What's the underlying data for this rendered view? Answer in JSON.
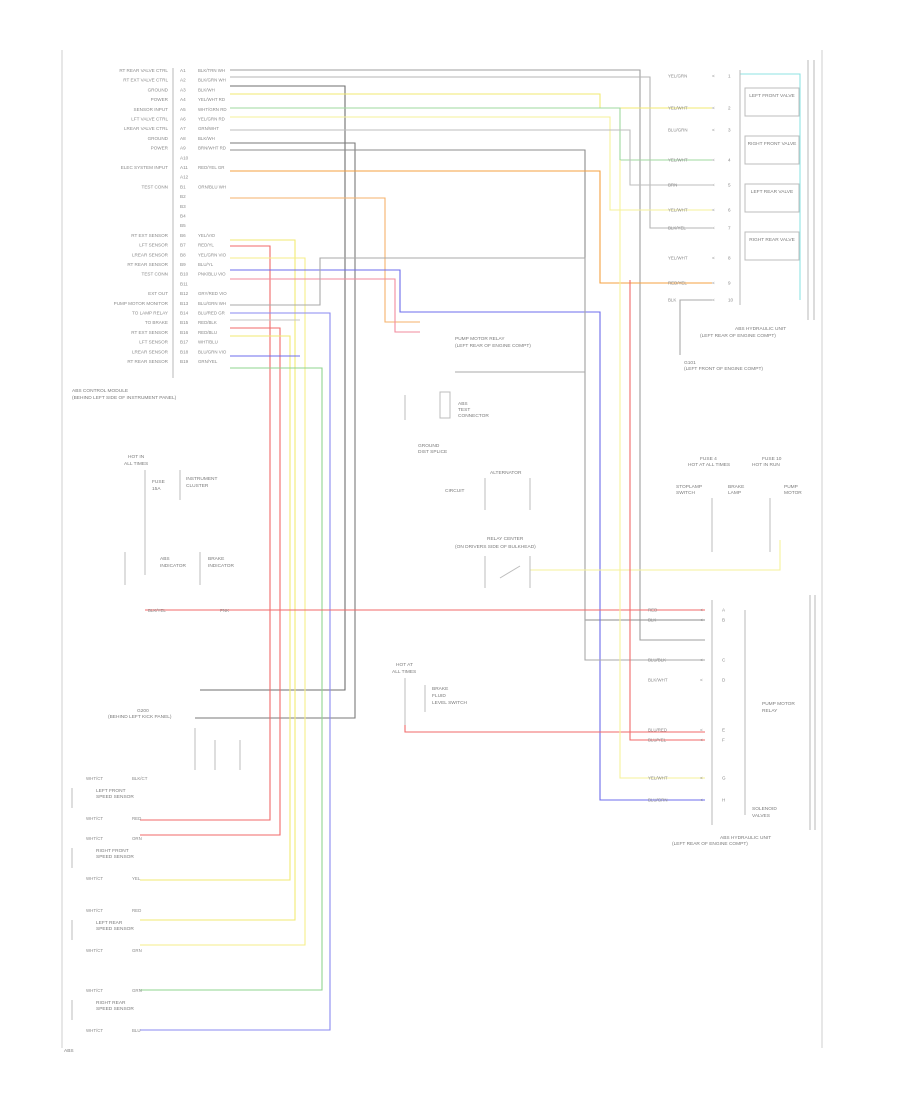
{
  "colors": {
    "gray": "#a9a9a9",
    "dark": "#777777",
    "yellow": "#f2ea72",
    "green": "#8fd48f",
    "red": "#f06a6a",
    "orange": "#f4a142",
    "blue": "#6c6cec",
    "cyan": "#8fe3e3",
    "pink": "#f28b9e"
  },
  "module": {
    "pins": [
      {
        "n": "A1",
        "label": "RT REAR VALVE CTRL",
        "wire": "BLK/TRN WH"
      },
      {
        "n": "A2",
        "label": "RT EXT VALVE CTRL",
        "wire": "BLK/GRN WH"
      },
      {
        "n": "A3",
        "label": "GROUND",
        "wire": "BLK/WH"
      },
      {
        "n": "A4",
        "label": "POWER",
        "wire": "YEL/WHT RD"
      },
      {
        "n": "A5",
        "label": "SENSOR INPUT",
        "wire": "WHT/GRN RD"
      },
      {
        "n": "A6",
        "label": "LFT VALVE CTRL",
        "wire": "YEL/GRN RD"
      },
      {
        "n": "A7",
        "label": "LREAR VALVE CTRL",
        "wire": "GRN/WHT"
      },
      {
        "n": "A8",
        "label": "GROUND",
        "wire": "BLK/WH"
      },
      {
        "n": "A9",
        "label": "POWER",
        "wire": "BRN/WHT RD"
      },
      {
        "n": "A10",
        "label": "",
        "wire": ""
      },
      {
        "n": "A11",
        "label": "ELEC SYSTEM INPUT",
        "wire": "RED/YEL GR"
      },
      {
        "n": "A12",
        "label": "",
        "wire": ""
      },
      {
        "n": "B1",
        "label": "TEST CONN",
        "wire": "ORN/BLU WH"
      },
      {
        "n": "B2",
        "label": "",
        "wire": ""
      },
      {
        "n": "B3",
        "label": "",
        "wire": ""
      },
      {
        "n": "B4",
        "label": "",
        "wire": ""
      },
      {
        "n": "B5",
        "label": "",
        "wire": ""
      },
      {
        "n": "B6",
        "label": "RT EXT SENSOR",
        "wire": "YEL/VIO"
      },
      {
        "n": "B7",
        "label": "LFT SENSOR",
        "wire": "RED/YL"
      },
      {
        "n": "B8",
        "label": "LREAR SENSOR",
        "wire": "YEL/GRN VIO"
      },
      {
        "n": "B9",
        "label": "RT REAR SENSOR",
        "wire": "BLU/YL"
      },
      {
        "n": "B10",
        "label": "TEST CONN",
        "wire": "PNK/BLU VIO"
      },
      {
        "n": "B11",
        "label": "",
        "wire": ""
      },
      {
        "n": "B12",
        "label": "EXT OUT",
        "wire": "GRY/RED VIO"
      },
      {
        "n": "B13",
        "label": "PUMP MOTOR MONITOR",
        "wire": "BLU/GRN WH"
      },
      {
        "n": "B14",
        "label": "TO LAMP RELAY",
        "wire": "BLU/RED GR"
      },
      {
        "n": "B15",
        "label": "TO BRAKE",
        "wire": "RED/BLK"
      },
      {
        "n": "B16",
        "label": "RT EXT SENSOR",
        "wire": "RED/BLU"
      },
      {
        "n": "B17",
        "label": "LFT SENSOR",
        "wire": "WHT/BLU"
      },
      {
        "n": "B18",
        "label": "LREAR SENSOR",
        "wire": "BLU/GRN VIO"
      },
      {
        "n": "B19",
        "label": "RT REAR SENSOR",
        "wire": "GRN/YEL"
      }
    ],
    "caption": [
      "ABS CONTROL MODULE",
      "(BEHIND LEFT SIDE OF INSTRUMENT PANEL)"
    ]
  },
  "hydraulic_unit": {
    "pins": [
      {
        "n": "1",
        "wire": "YEL/GRN"
      },
      {
        "n": "2",
        "wire": "YEL/WHT"
      },
      {
        "n": "3",
        "wire": "BLU/GRN"
      },
      {
        "n": "4",
        "wire": "YEL/WHT"
      },
      {
        "n": "5",
        "wire": "BRN"
      },
      {
        "n": "6",
        "wire": "YEL/WHT"
      },
      {
        "n": "7",
        "wire": "BLK/YEL"
      },
      {
        "n": "8",
        "wire": "YEL/WHT"
      },
      {
        "n": "9",
        "wire": "RED/YEL"
      },
      {
        "n": "10",
        "wire": "BLK"
      }
    ],
    "valve_labels": [
      "LEFT FRONT VALVE",
      "RIGHT FRONT VALVE",
      "LEFT REAR VALVE",
      "RIGHT REAR VALVE"
    ],
    "caption": [
      "ABS HYDRAULIC UNIT",
      "(LEFT REAR OF ENGINE COMPT)"
    ],
    "ground_caption": [
      "G101",
      "(LEFT FRONT OF ENGINE COMPT)"
    ]
  },
  "middle": {
    "pump_relay": [
      "PUMP MOTOR RELAY",
      "(LEFT REAR OF ENGINE COMPT)"
    ],
    "test_conn": [
      "ABS",
      "TEST",
      "CONNECTOR"
    ],
    "ground_dist": [
      "GROUND",
      "DIST SPLICE"
    ],
    "alternator": [
      "ALTERNATOR",
      "CIRCUIT"
    ],
    "relay_center": [
      "RELAY CENTER",
      "(ON DRIVERS SIDE OF BULKHEAD)"
    ],
    "hot_tags": [
      "HOT AT ALL TIMES",
      "HOT IN RUN"
    ],
    "fuses": [
      "FUSE 4",
      "FUSE 10"
    ],
    "stoplamp": [
      "STOPLAMP",
      "SWITCH"
    ],
    "brake_lamp": [
      "BRAKE",
      "LAMP"
    ],
    "pump_motor": [
      "PUMP",
      "MOTOR"
    ]
  },
  "left_panel": {
    "hot_tag": [
      "HOT IN",
      "ALL TIMES"
    ],
    "fuse": [
      "FUSE",
      "15A"
    ],
    "cluster": [
      "INSTRUMENT",
      "CLUSTER"
    ],
    "abs_indicator": [
      "ABS",
      "INDICATOR"
    ],
    "brake_indicator": [
      "BRAKE",
      "INDICATOR"
    ],
    "wire_tags": [
      "BLK/YEL",
      "PNK"
    ],
    "ground_caption": [
      "G200",
      "(BEHIND LEFT KICK PANEL)"
    ],
    "sensors": [
      {
        "name": [
          "LEFT FRONT",
          "SPEED SENSOR"
        ],
        "wires": [
          "WHT/CT",
          "WHT/CT"
        ],
        "tags": [
          "BLK/CT",
          "RED"
        ]
      },
      {
        "name": [
          "RIGHT FRONT",
          "SPEED SENSOR"
        ],
        "wires": [
          "WHT/CT",
          "WHT/CT"
        ],
        "tags": [
          "ORN",
          "YEL"
        ]
      },
      {
        "name": [
          "LEFT REAR",
          "SPEED SENSOR"
        ],
        "wires": [
          "WHT/CT",
          "WHT/CT"
        ],
        "tags": [
          "RED",
          "GRN"
        ]
      },
      {
        "name": [
          "RIGHT REAR",
          "SPEED SENSOR"
        ],
        "wires": [
          "WHT/CT",
          "WHT/CT"
        ],
        "tags": [
          "GRN",
          "BLU"
        ]
      }
    ]
  },
  "right_bottom": {
    "pump_pins": [
      {
        "n": "A",
        "wire": "RED"
      },
      {
        "n": "B",
        "wire": "BLK"
      },
      {
        "n": "C",
        "wire": "BLU/BLK"
      },
      {
        "n": "D",
        "wire": "BLK/WHT"
      },
      {
        "n": "E",
        "wire": "BLU/RED"
      },
      {
        "n": "F",
        "wire": "BLU/YEL"
      },
      {
        "n": "G",
        "wire": "YEL/WHT"
      },
      {
        "n": "H",
        "wire": "BLU/GRN"
      }
    ],
    "caption": [
      "ABS HYDRAULIC UNIT",
      "(LEFT REAR OF ENGINE COMPT)"
    ],
    "internal": [
      "PUMP MOTOR",
      "RELAY"
    ],
    "center": [
      "SOLENOID",
      "VALVES"
    ],
    "mid_fuse": [
      "HOT AT",
      "ALL TIMES"
    ],
    "mid_comp": [
      "BRAKE",
      "FLUID",
      "LEVEL SWITCH"
    ]
  },
  "corner": "ABS"
}
